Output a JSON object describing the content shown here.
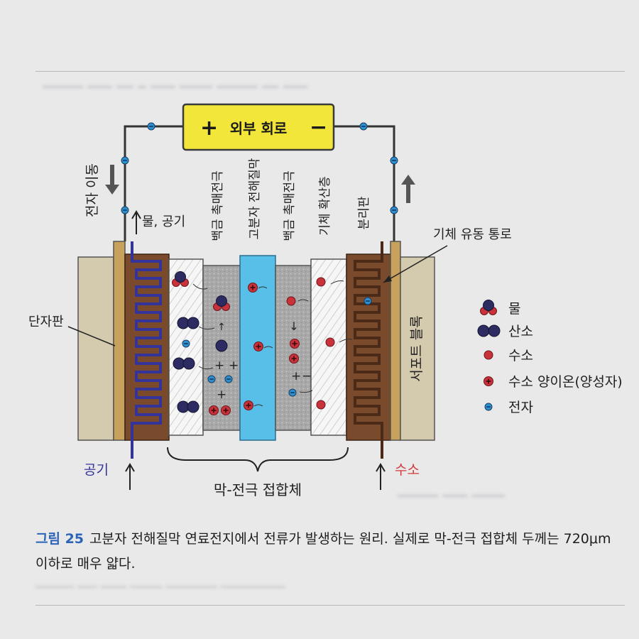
{
  "circuit": {
    "label": "외부 회로",
    "plus": "+",
    "minus": "−"
  },
  "labels": {
    "electron_move": "전자 이동",
    "water_air": "물, 공기",
    "cathode_catalyst": "백금 촉매전극",
    "membrane": "고분자 전해질막",
    "anode_catalyst": "백금 촉매전극",
    "gas_diffusion": "기체 확산층",
    "separator": "분리판",
    "gas_channel": "기체 유동 통로",
    "end_plate": "단자판",
    "support_block": "서포트 블록",
    "air_in": "공기",
    "hydrogen_in": "수소",
    "mea": "막-전극 접합체"
  },
  "legend": [
    {
      "label": "물",
      "icon": "water-molecule-icon"
    },
    {
      "label": "산소",
      "icon": "oxygen-molecule-icon"
    },
    {
      "label": "수소",
      "icon": "hydrogen-atom-icon"
    },
    {
      "label": "수소 양이온(양성자)",
      "icon": "proton-icon"
    },
    {
      "label": "전자",
      "icon": "electron-icon"
    }
  ],
  "caption": {
    "figure_number": "그림 25",
    "text": "고분자 전해질막 연료전지에서 전류가 발생하는 원리. 실제로 막-전극 접합체 두께는 720μm 이하로 매우 얇다."
  },
  "colors": {
    "circuit_box": "#f2e63a",
    "membrane": "#58bfe8",
    "separator": "#7a4a2c",
    "block": "#d4cbae",
    "electron": "#2e8fd1",
    "hydrogen": "#c8323a",
    "oxygen": "#2c2c63"
  }
}
